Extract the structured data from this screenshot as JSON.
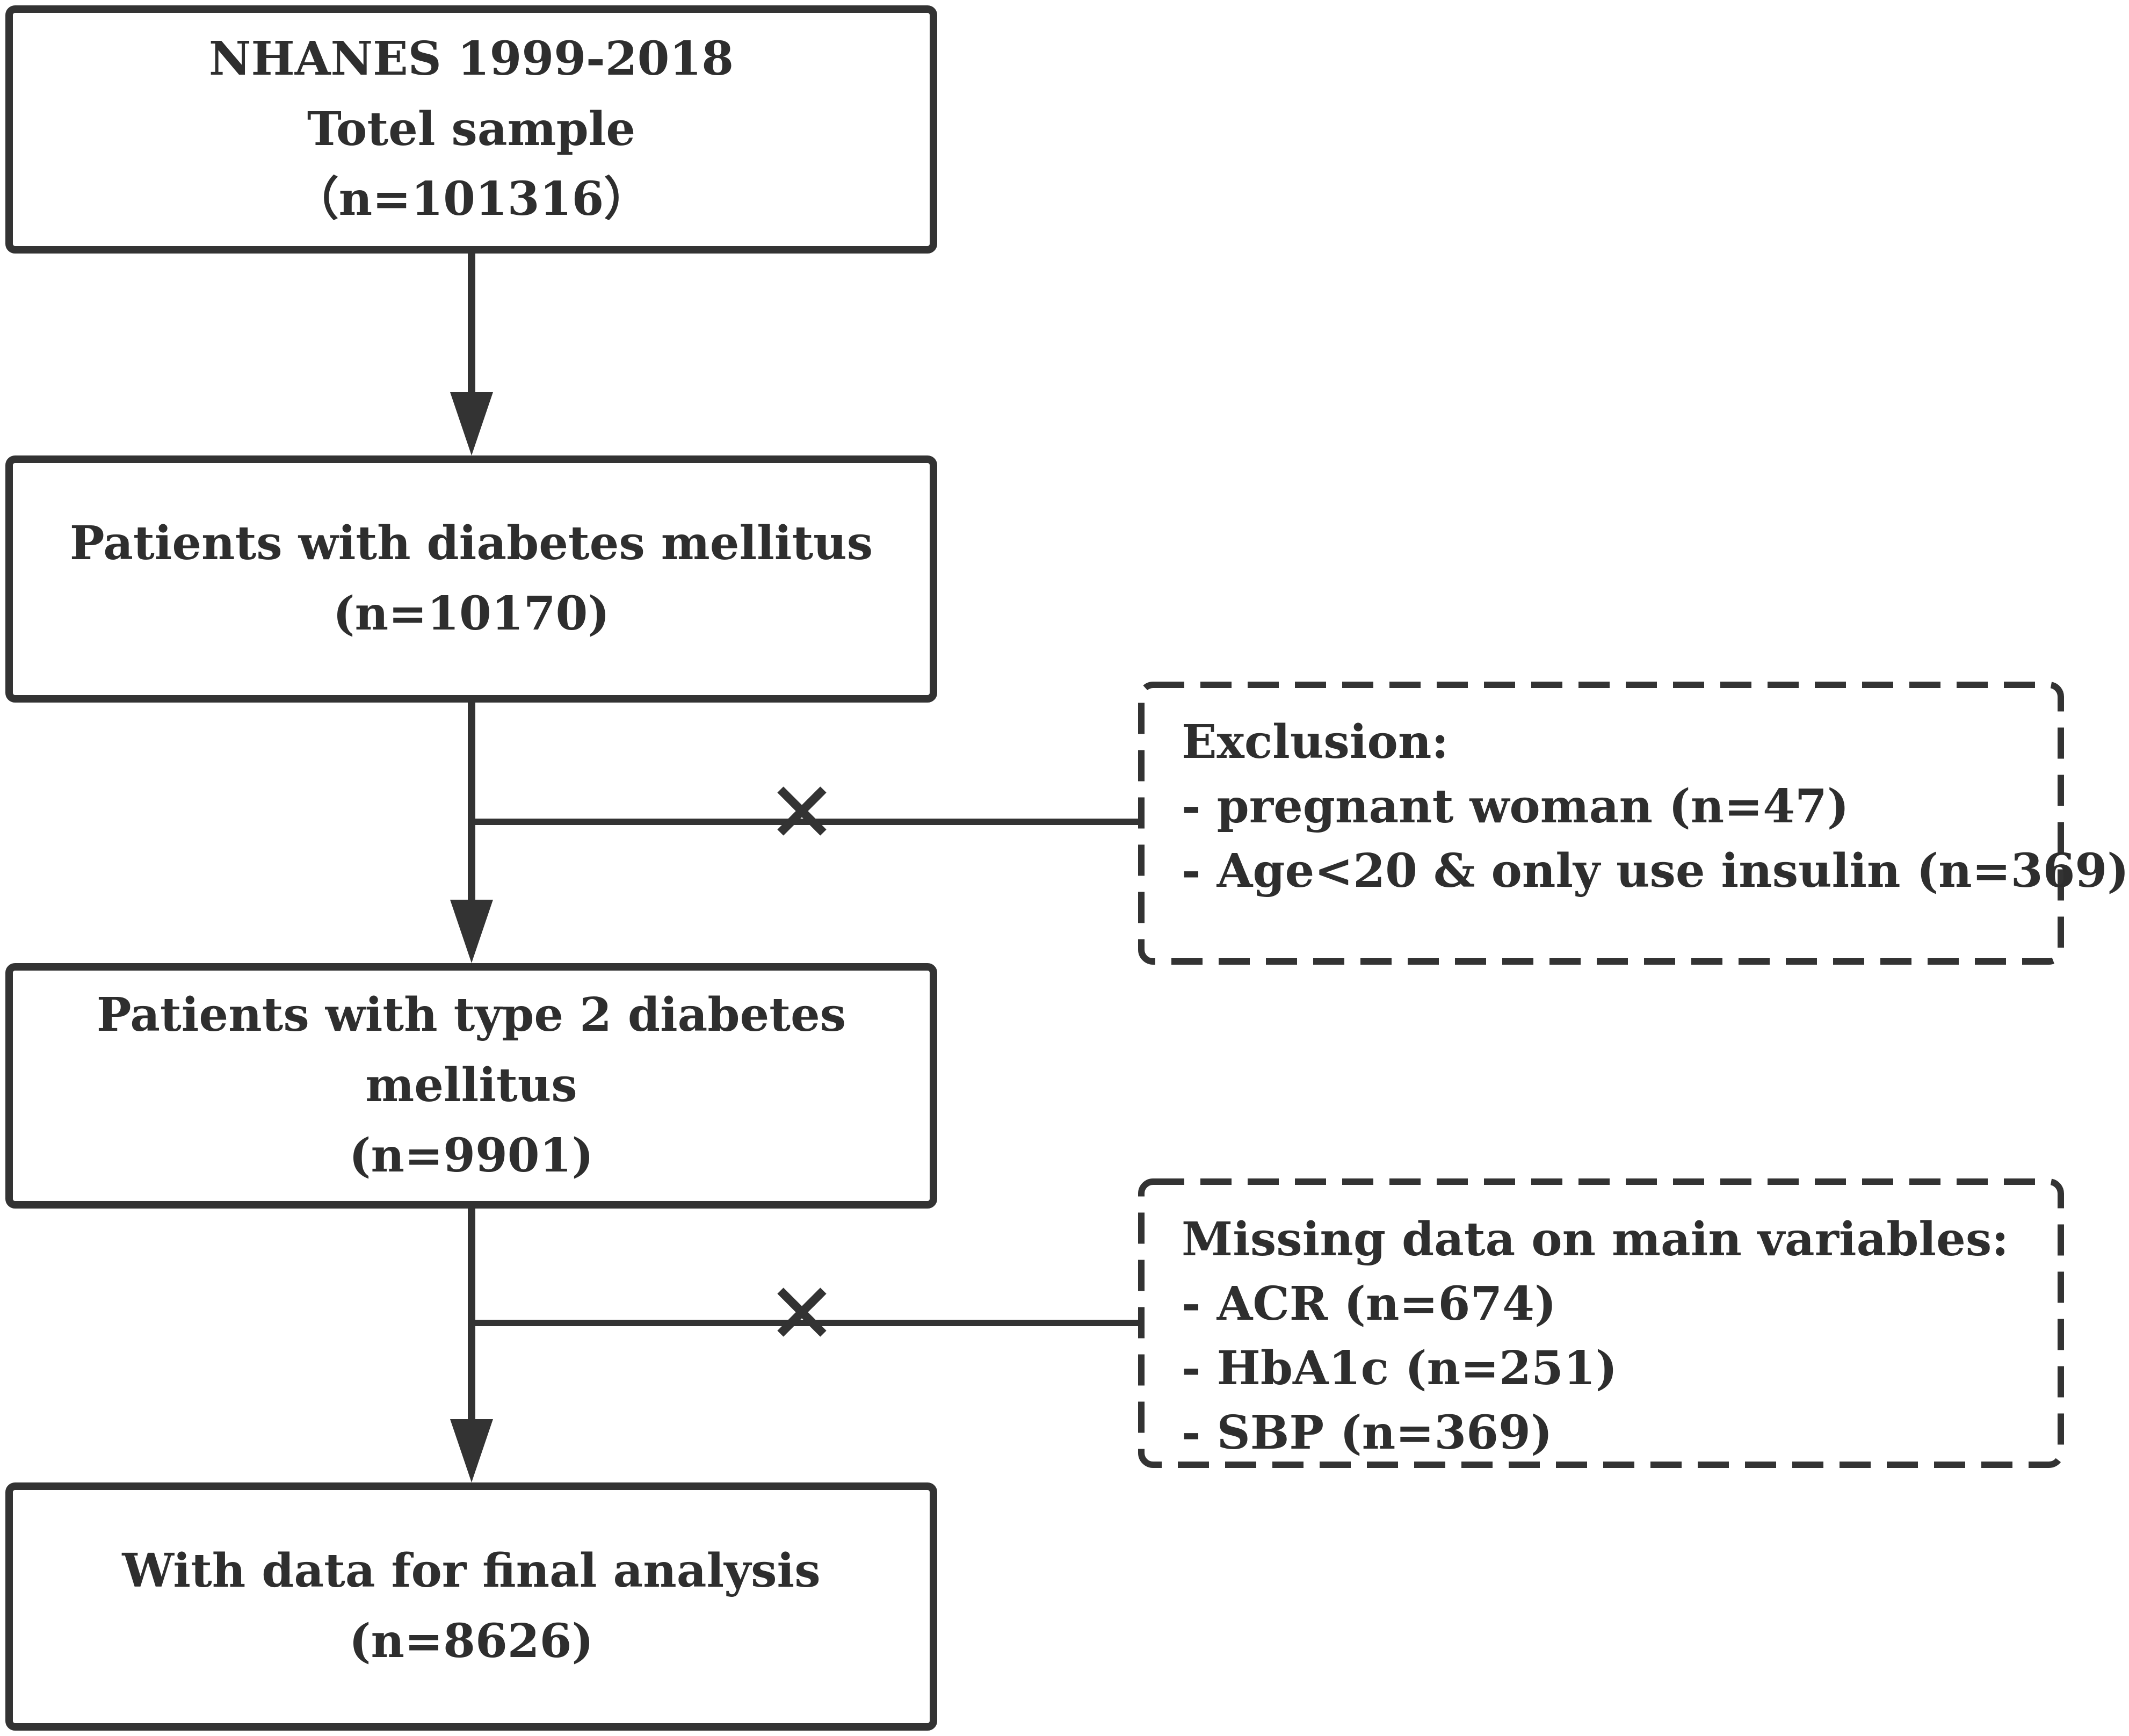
{
  "flow_boxes": [
    {
      "lines": [
        "NHANES 1999-2018",
        "Totel sample",
        "（n=101316）"
      ]
    },
    {
      "lines": [
        "Patients with diabetes mellitus",
        "(n=10170)"
      ]
    },
    {
      "lines": [
        "Patients with type 2 diabetes mellitus",
        "(n=9901)"
      ]
    },
    {
      "lines": [
        "With data for final analysis",
        "(n=8626)"
      ]
    }
  ],
  "exclusion": {
    "title": "Exclusion:",
    "items": [
      "- pregnant woman (n=47)",
      "- Age<20 & only use insulin (n=369)"
    ]
  },
  "missing": {
    "title": "Missing data on main variables:",
    "items": [
      "- ACR (n=674)",
      "- HbA1c (n=251)",
      "- SBP (n=369)"
    ]
  },
  "colors": {
    "stroke": "#333333",
    "text": "#2e2e2e",
    "background": "#ffffff"
  },
  "icons": {
    "exclusion_marker": "x-mark-icon"
  }
}
